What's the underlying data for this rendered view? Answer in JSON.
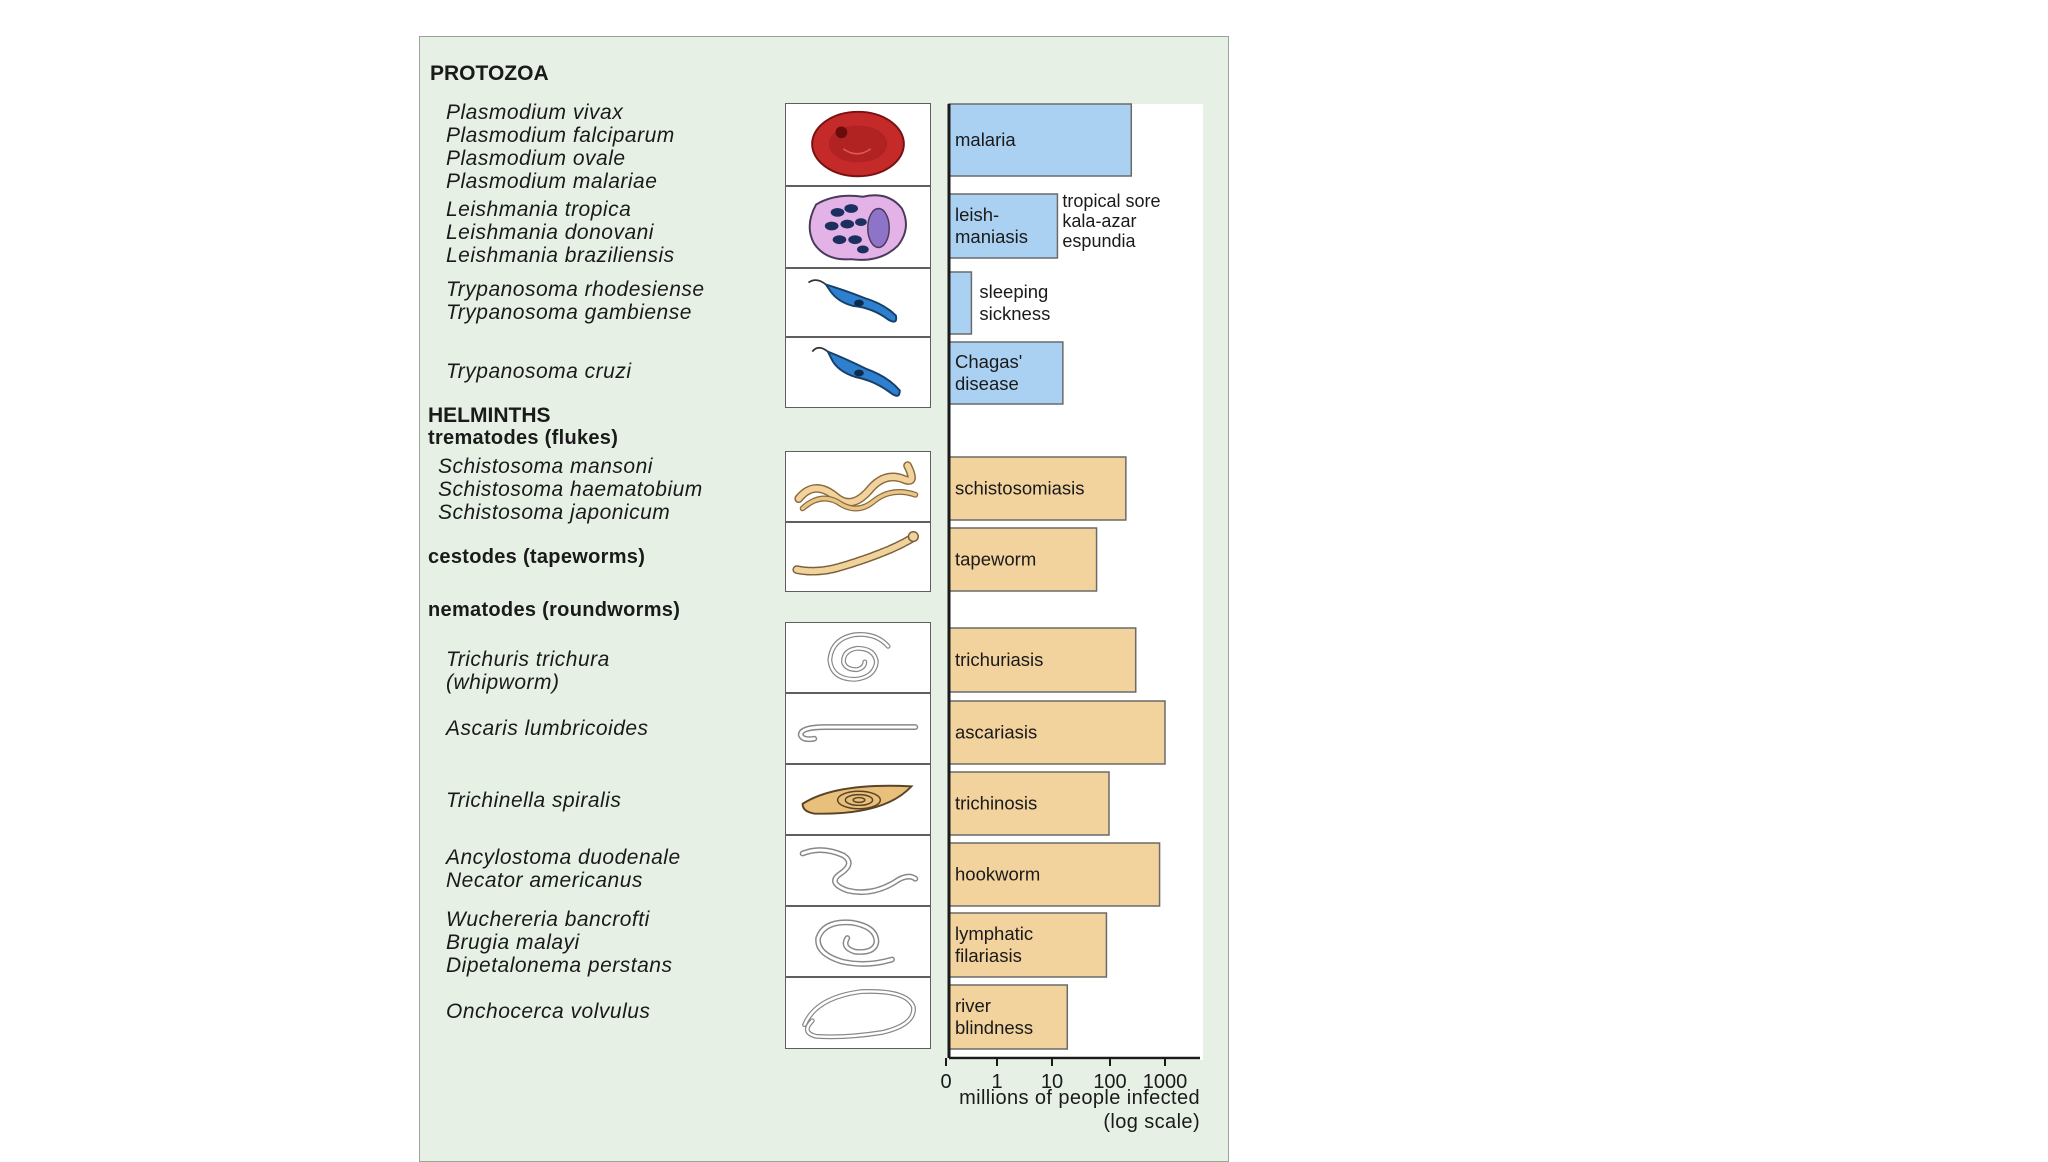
{
  "sections": {
    "protozoa": "PROTOZOA",
    "helminths": "HELMINTHS",
    "trematodes": "trematodes (flukes)",
    "cestodes": "cestodes (tapeworms)",
    "nematodes": "nematodes (roundworms)"
  },
  "organisms": [
    {
      "group": "protozoa",
      "species": [
        "Plasmodium vivax",
        "Plasmodium falciparum",
        "Plasmodium ovale",
        "Plasmodium malariae"
      ],
      "icon": "red-blood-cell-icon"
    },
    {
      "group": "protozoa",
      "species": [
        "Leishmania tropica",
        "Leishmania donovani",
        "Leishmania braziliensis"
      ],
      "icon": "infected-macrophage-icon"
    },
    {
      "group": "protozoa",
      "species": [
        "Trypanosoma rhodesiense",
        "Trypanosoma gambiense"
      ],
      "icon": "trypanosome-icon"
    },
    {
      "group": "protozoa",
      "species": [
        "Trypanosoma cruzi"
      ],
      "icon": "trypanosome-icon"
    },
    {
      "group": "helminths",
      "species": [
        "Schistosoma mansoni",
        "Schistosoma haematobium",
        "Schistosoma japonicum"
      ],
      "icon": "fluke-pair-icon"
    },
    {
      "group": "helminths",
      "species": [],
      "icon": "tapeworm-icon"
    },
    {
      "group": "helminths",
      "species": [
        "Trichuris trichura",
        "(whipworm)"
      ],
      "icon": "whipworm-icon"
    },
    {
      "group": "helminths",
      "species": [
        "Ascaris lumbricoides"
      ],
      "icon": "roundworm-icon"
    },
    {
      "group": "helminths",
      "species": [
        "Trichinella spiralis"
      ],
      "icon": "encysted-larva-icon"
    },
    {
      "group": "helminths",
      "species": [
        "Ancylostoma duodenale",
        "Necator americanus"
      ],
      "icon": "hookworm-icon"
    },
    {
      "group": "helminths",
      "species": [
        "Wuchereria bancrofti",
        "Brugia malayi",
        "Dipetalonema perstans"
      ],
      "icon": "filarial-worm-icon"
    },
    {
      "group": "helminths",
      "species": [
        "Onchocerca volvulus"
      ],
      "icon": "onchocerca-icon"
    }
  ],
  "chart_data": {
    "type": "bar",
    "orientation": "horizontal",
    "scale": "log",
    "categories": [
      "malaria",
      "leish- maniasis",
      "sleeping sickness",
      "Chagas' disease",
      "schistosomiasis",
      "tapeworm",
      "trichuriasis",
      "ascariasis",
      "trichinosis",
      "hookworm",
      "lymphatic filariasis",
      "river blindness"
    ],
    "series": [
      {
        "values": [
          250,
          12,
          0.25,
          15,
          200,
          60,
          300,
          1000,
          100,
          800,
          90,
          18
        ]
      }
    ],
    "bar_label_lines": [
      [
        "malaria"
      ],
      [
        "leish-",
        "maniasis"
      ],
      [
        "sleeping",
        "sickness"
      ],
      [
        "Chagas'",
        "disease"
      ],
      [
        "schistosomiasis"
      ],
      [
        "tapeworm"
      ],
      [
        "trichuriasis"
      ],
      [
        "ascariasis"
      ],
      [
        "trichinosis"
      ],
      [
        "hookworm"
      ],
      [
        "lymphatic",
        "filariasis"
      ],
      [
        "river",
        "blindness"
      ]
    ],
    "side_labels": [
      [],
      [
        "tropical sore",
        "kala-azar",
        "espundia"
      ],
      [],
      [],
      [],
      [],
      [],
      [],
      [],
      [],
      [],
      []
    ],
    "group_of_bar": [
      "protozoa",
      "protozoa",
      "protozoa",
      "protozoa",
      "helminths",
      "helminths",
      "helminths",
      "helminths",
      "helminths",
      "helminths",
      "helminths",
      "helminths"
    ],
    "x_ticks": [
      0,
      1,
      10,
      100,
      1000
    ],
    "x_tick_labels": [
      "0",
      "1",
      "10",
      "100",
      "1000"
    ],
    "xlabel_line1": "millions of people infected",
    "xlabel_line2": "(log scale)",
    "colors": {
      "protozoa": "#abd1f2",
      "helminths": "#f2d29d",
      "outline": "#6a6a6a",
      "axis": "#1a1a1a"
    }
  }
}
